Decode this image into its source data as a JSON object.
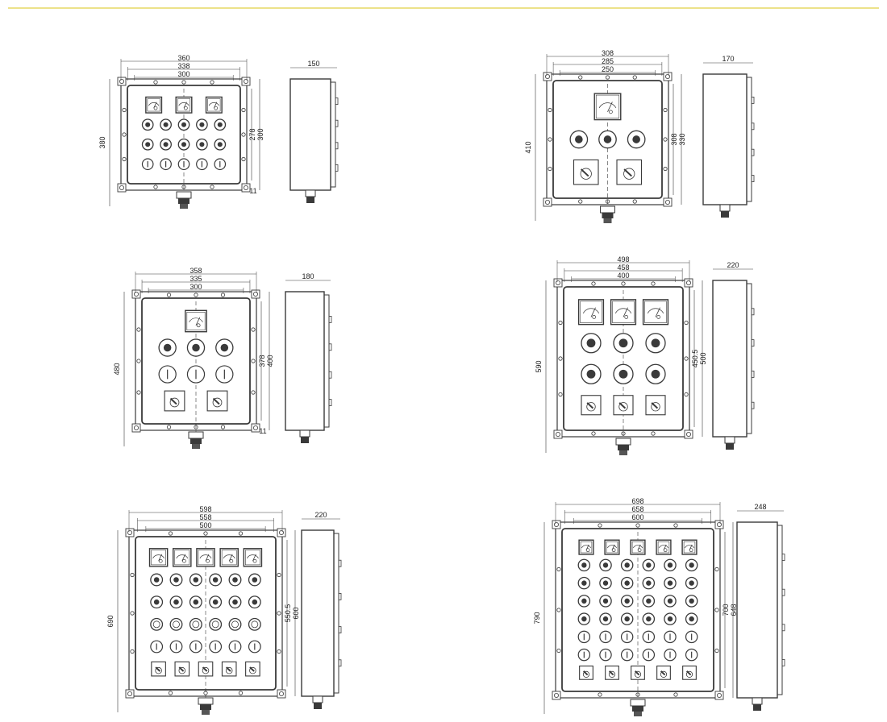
{
  "colors": {
    "top_rule": "#ece28a",
    "line": "#3a3a3a"
  },
  "panels": [
    {
      "name": "box-1",
      "width_dims": [
        "360",
        "338",
        "300"
      ],
      "height_dim": "380",
      "inner_dims": [
        "278",
        "300"
      ],
      "side_dim": "150",
      "small_dim": "11",
      "grid": {
        "cols": 5,
        "rows": [
          "M3",
          "B",
          "B",
          "Sw"
        ]
      }
    },
    {
      "name": "box-2",
      "width_dims": [
        "308",
        "285",
        "250"
      ],
      "height_dim": "410",
      "inner_dims": [
        "308",
        "330"
      ],
      "side_dim": "170",
      "small_dim": "",
      "grid": {
        "cols": 3,
        "rows": [
          "M1",
          "B",
          "Sel2"
        ]
      }
    },
    {
      "name": "box-3",
      "width_dims": [
        "358",
        "335",
        "300"
      ],
      "height_dim": "480",
      "inner_dims": [
        "378",
        "400"
      ],
      "side_dim": "180",
      "small_dim": "11",
      "grid": {
        "cols": 3,
        "rows": [
          "M1",
          "B",
          "Sw",
          "Sel2"
        ]
      }
    },
    {
      "name": "box-4",
      "width_dims": [
        "498",
        "458",
        "400"
      ],
      "height_dim": "590",
      "inner_dims": [
        "450.5",
        "500"
      ],
      "side_dim": "220",
      "small_dim": "",
      "grid": {
        "cols": 3,
        "rows": [
          "M3",
          "B",
          "B",
          "Sel3"
        ]
      }
    },
    {
      "name": "box-5",
      "width_dims": [
        "598",
        "558",
        "500"
      ],
      "height_dim": "690",
      "inner_dims": [
        "550.5",
        "600"
      ],
      "side_dim": "220",
      "small_dim": "",
      "grid": {
        "cols": 6,
        "rows": [
          "M5",
          "B",
          "B",
          "L",
          "Sw",
          "Sel5"
        ]
      }
    },
    {
      "name": "box-6",
      "width_dims": [
        "698",
        "658",
        "600"
      ],
      "height_dim": "790",
      "inner_dims": [
        "700",
        "648"
      ],
      "side_dim": "248",
      "small_dim": "",
      "grid": {
        "cols": 6,
        "rows": [
          "M5",
          "B",
          "B",
          "B",
          "B",
          "Sw",
          "Sw",
          "Sel5"
        ]
      }
    }
  ]
}
